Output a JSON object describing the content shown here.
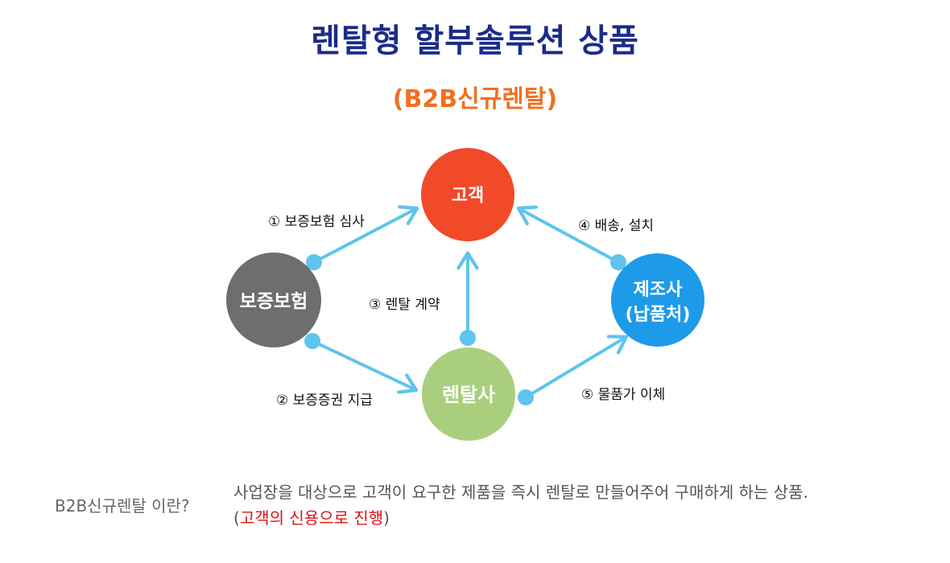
{
  "header": {
    "title": "렌탈형 할부솔루션 상품",
    "subtitle": "(B2B신규렌탈)"
  },
  "nodes": {
    "customer": {
      "label": "고객",
      "color": "#f04a28"
    },
    "insurance": {
      "label": "보증보험",
      "color": "#6e6e6e"
    },
    "rental": {
      "label": "렌탈사",
      "color": "#a9cf7e"
    },
    "manufacturer": {
      "label_line1": "제조사",
      "label_line2": "(납품처)",
      "color": "#1e9be8"
    }
  },
  "edges": {
    "step1": "① 보증보험 심사",
    "step2": "② 보증증권 지급",
    "step3": "③ 렌탈 계약",
    "step4": "④ 배송, 설치",
    "step5": "⑤ 물품가 이체",
    "arrow_color": "#5ec4ee"
  },
  "footer": {
    "question": "B2B신규렌탈 이란?",
    "description": "사업장을 대상으로 고객이 요구한 제품을 즉시 렌탈로 만들어주어 구매하게 하는 상품.",
    "note_open": "(",
    "note_highlight": "고객의 신용으로 진행",
    "note_close": ")"
  }
}
